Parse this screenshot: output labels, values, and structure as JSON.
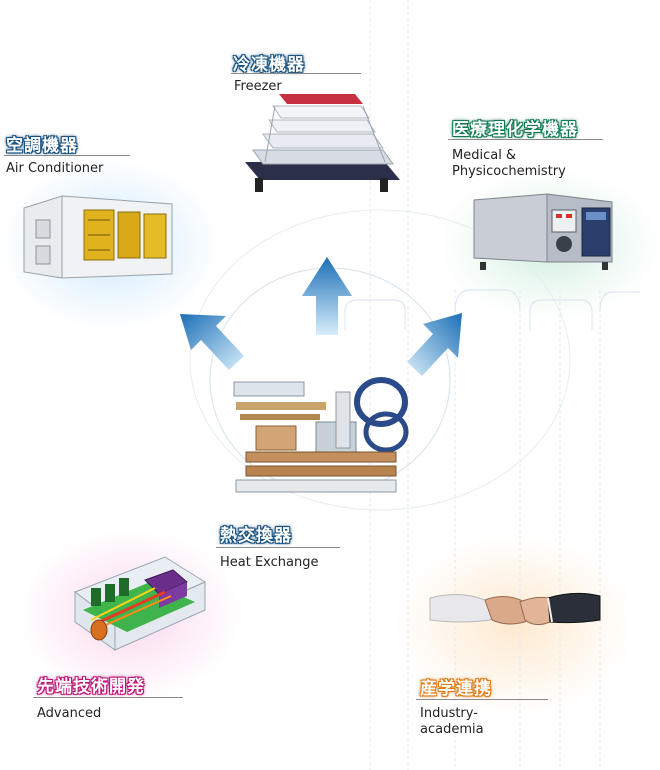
{
  "nodes": {
    "freezer": {
      "jp": "冷凍機器",
      "en": "Freezer"
    },
    "air_conditioner": {
      "jp": "空調機器",
      "en": "Air Conditioner"
    },
    "medical": {
      "jp": "医療理化学機器",
      "en": "Medical &\nPhysicochemistry"
    },
    "heat_exchange": {
      "jp": "熱交換器",
      "en": "Heat Exchange"
    },
    "advanced": {
      "jp": "先端技術開発",
      "en": "Advanced"
    },
    "industry": {
      "jp": "産学連携",
      "en": "Industry-\n  academia"
    }
  },
  "colors": {
    "label_blue": "#16507f",
    "label_green": "#0d7a4f",
    "label_magenta": "#c0147a",
    "label_orange": "#e07a10",
    "arrow_light": "#a8d8f5",
    "arrow_dark": "#1c6fb6"
  }
}
